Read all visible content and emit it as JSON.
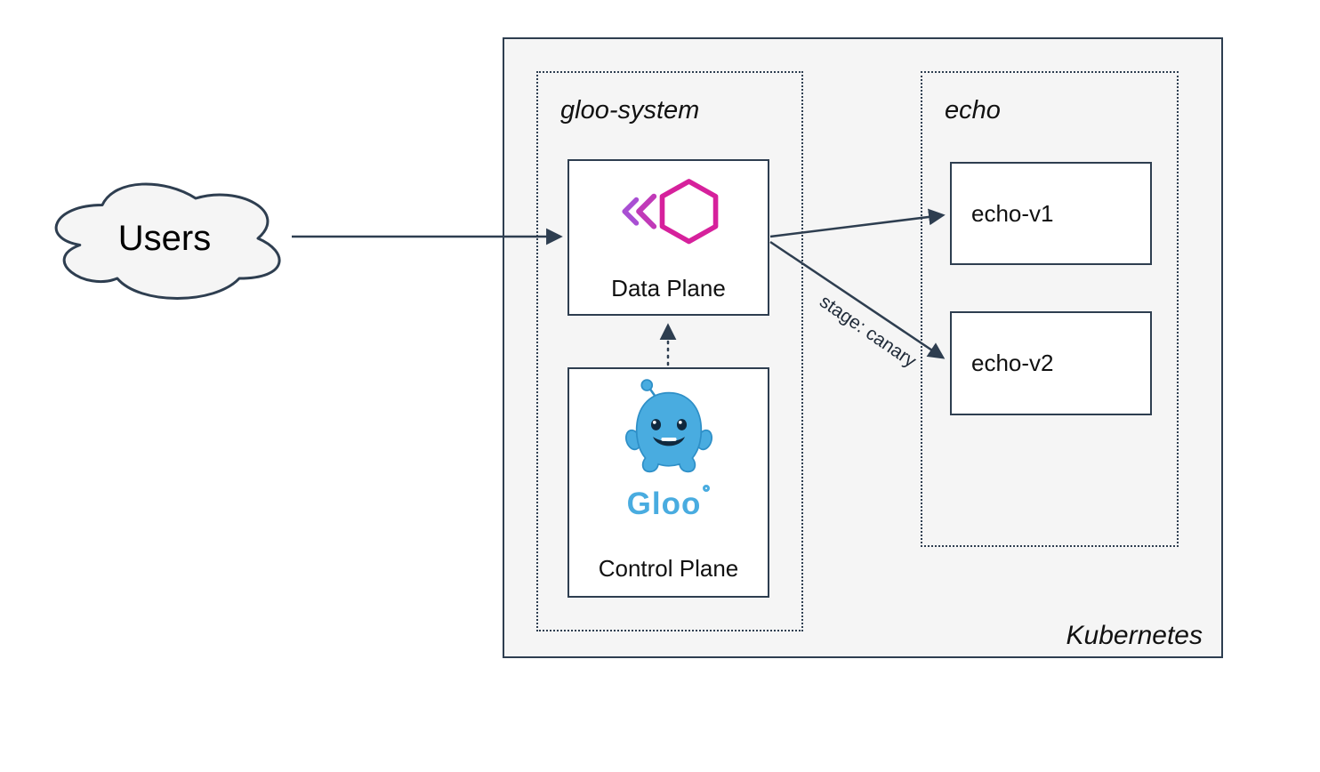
{
  "diagram": {
    "users_label": "Users",
    "kubernetes_label": "Kubernetes",
    "namespaces": {
      "gloo_system": {
        "label": "gloo-system"
      },
      "echo": {
        "label": "echo"
      }
    },
    "nodes": {
      "data_plane": {
        "label": "Data Plane"
      },
      "control_plane": {
        "label": "Control Plane",
        "logo_text": "Gloo"
      },
      "echo_v1": {
        "label": "echo-v1"
      },
      "echo_v2": {
        "label": "echo-v2"
      }
    },
    "edges": {
      "canary_label": "stage: canary"
    },
    "icons": {
      "users": "cloud-shape",
      "data_plane": "gloo-proxy-icon",
      "control_plane": "gloo-mascot-icon"
    },
    "colors": {
      "ink": "#2e3e50",
      "panel_bg": "#f5f5f5",
      "node_bg": "#ffffff",
      "gloo_magenta": "#d6219c",
      "gloo_purple": "#a94fd3",
      "gloo_blue": "#49ace0"
    }
  }
}
